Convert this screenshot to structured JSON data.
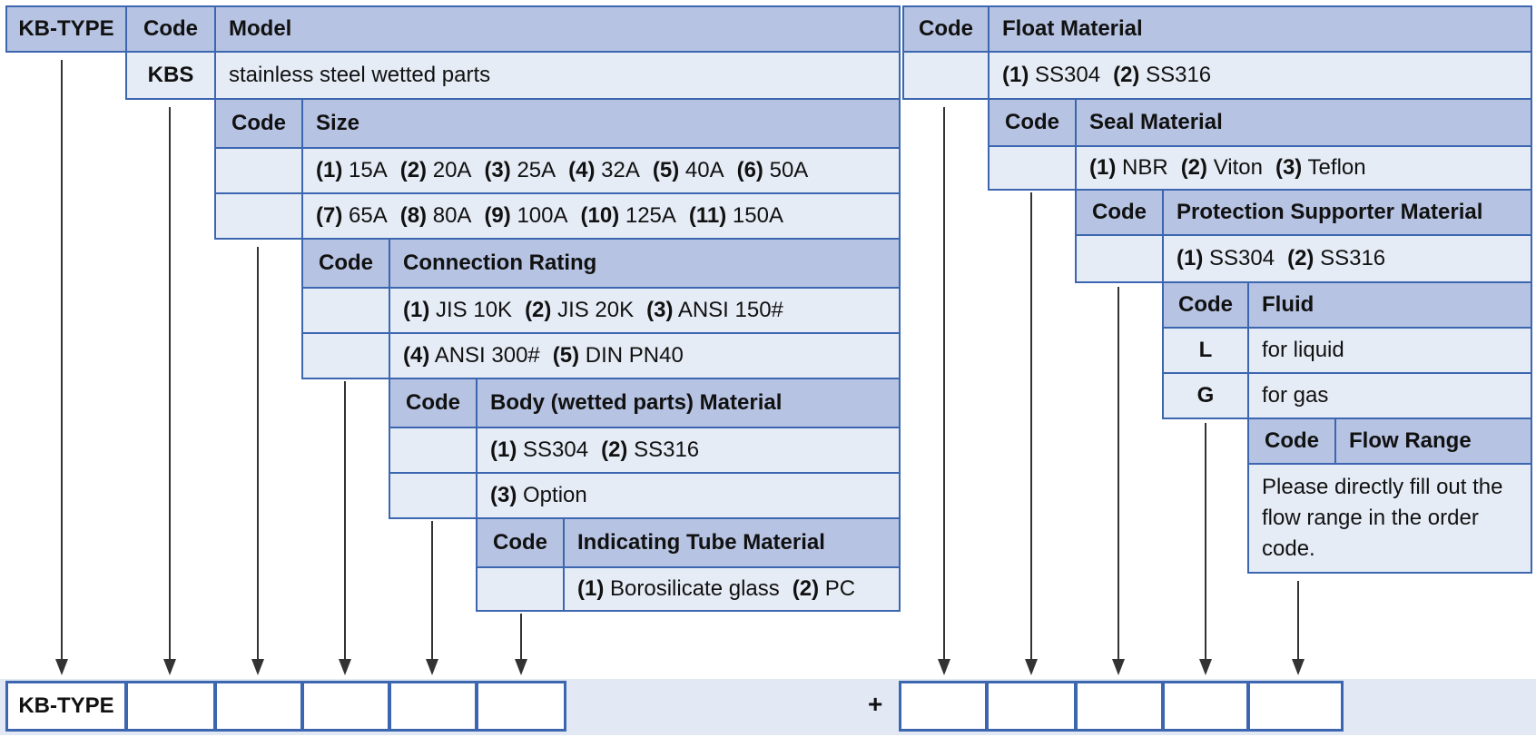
{
  "header": {
    "type": "KB-TYPE",
    "code": "Code",
    "model": "Model"
  },
  "model": {
    "code": "KBS",
    "desc": "stainless steel wetted parts"
  },
  "size": {
    "code": "Code",
    "title": "Size",
    "rows": [
      [
        [
          "(1)",
          "15A"
        ],
        [
          "(2)",
          "20A"
        ],
        [
          "(3)",
          "25A"
        ],
        [
          "(4)",
          "32A"
        ],
        [
          "(5)",
          "40A"
        ],
        [
          "(6)",
          "50A"
        ]
      ],
      [
        [
          "(7)",
          "65A"
        ],
        [
          "(8)",
          "80A"
        ],
        [
          "(9)",
          "100A"
        ],
        [
          "(10)",
          "125A"
        ],
        [
          "(11)",
          "150A"
        ]
      ]
    ]
  },
  "connection": {
    "code": "Code",
    "title": "Connection Rating",
    "rows": [
      [
        [
          "(1)",
          "JIS 10K"
        ],
        [
          "(2)",
          "JIS 20K"
        ],
        [
          "(3)",
          "ANSI 150#"
        ]
      ],
      [
        [
          "(4)",
          "ANSI 300#"
        ],
        [
          "(5)",
          "DIN PN40"
        ]
      ]
    ]
  },
  "body": {
    "code": "Code",
    "title": "Body (wetted parts) Material",
    "rows": [
      [
        [
          "(1)",
          "SS304"
        ],
        [
          "(2)",
          "SS316"
        ]
      ],
      [
        [
          "(3)",
          "Option"
        ]
      ]
    ]
  },
  "tube": {
    "code": "Code",
    "title": "Indicating Tube Material",
    "rows": [
      [
        [
          "(1)",
          "Borosilicate glass"
        ],
        [
          "(2)",
          "PC"
        ]
      ]
    ]
  },
  "float": {
    "code": "Code",
    "title": "Float Material",
    "rows": [
      [
        [
          "(1)",
          "SS304"
        ],
        [
          "(2)",
          "SS316"
        ]
      ]
    ]
  },
  "seal": {
    "code": "Code",
    "title": "Seal Material",
    "rows": [
      [
        [
          "(1)",
          "NBR"
        ],
        [
          "(2)",
          "Viton"
        ],
        [
          "(3)",
          "Teflon"
        ]
      ]
    ]
  },
  "protection": {
    "code": "Code",
    "title": "Protection Supporter Material",
    "rows": [
      [
        [
          "(1)",
          "SS304"
        ],
        [
          "(2)",
          "SS316"
        ]
      ]
    ]
  },
  "fluid": {
    "code": "Code",
    "title": "Fluid",
    "items": [
      {
        "code": "L",
        "desc": "for liquid"
      },
      {
        "code": "G",
        "desc": "for gas"
      }
    ]
  },
  "flow": {
    "code": "Code",
    "title": "Flow Range",
    "note": "Please directly fill out the flow range in the order code."
  },
  "order": {
    "label": "KB-TYPE",
    "plus": "+"
  },
  "colors": {
    "border": "#3c66b0",
    "header": "#b6c3e2",
    "cell": "#e6ecf6",
    "strip": "#e3e9f4",
    "arrow": "#333333"
  }
}
